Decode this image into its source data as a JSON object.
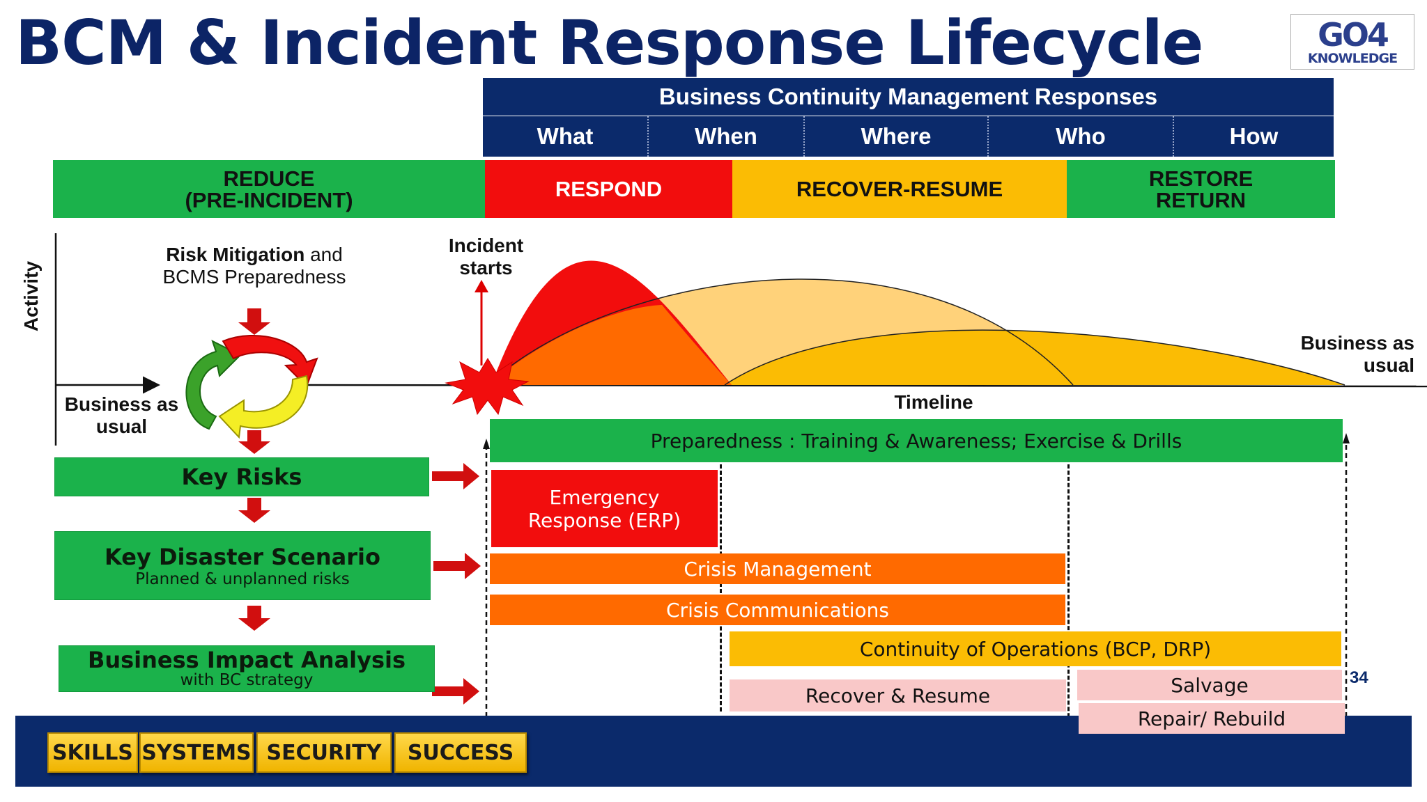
{
  "title": "BCM & Incident Response Lifecycle",
  "logo": {
    "top": "GO4",
    "bottom": "KNOWLEDGE"
  },
  "bcm": {
    "header": "Business Continuity Management Responses",
    "questions": [
      "What",
      "When",
      "Where",
      "Who",
      "How"
    ]
  },
  "phases": {
    "reduce_line1": "REDUCE",
    "reduce_line2": "(PRE-INCIDENT)",
    "respond": "RESPOND",
    "recover": "RECOVER-RESUME",
    "restore_line1": "RESTORE",
    "restore_line2": "RETURN"
  },
  "chart": {
    "y_axis": "Activity",
    "risk_mitigation_bold": "Risk Mitigation",
    "risk_mitigation_rest": " and",
    "bcms_preparedness": "BCMS Preparedness",
    "bau_left_line1": "Business as",
    "bau_left_line2": "usual",
    "incident_line1": "Incident",
    "incident_line2": "starts",
    "timeline": "Timeline",
    "bau_right_line1": "Business as",
    "bau_right_line2": "usual"
  },
  "left_boxes": {
    "key_risks": "Key Risks",
    "disaster_title": "Key Disaster Scenario",
    "disaster_sub": "Planned & unplanned risks",
    "bia_title": "Business Impact Analysis",
    "bia_sub": "with BC strategy"
  },
  "activities": {
    "preparedness": "Preparedness : Training & Awareness; Exercise & Drills",
    "erp_line1": "Emergency",
    "erp_line2": "Response (ERP)",
    "crisis_management": "Crisis Management",
    "crisis_communications": "Crisis Communications",
    "continuity": "Continuity of Operations (BCP, DRP)",
    "recover_resume": "Recover & Resume",
    "salvage": "Salvage",
    "repair": "Repair/ Rebuild"
  },
  "page_number": "34",
  "footer": [
    "SKILLS",
    "SYSTEMS",
    "SECURITY",
    "SUCCESS"
  ],
  "colors": {
    "navy": "#0b2a6b",
    "green": "#1bb24b",
    "red": "#f20d0d",
    "orange": "#ff6a00",
    "amber": "#fbbc04",
    "pink": "#f9c8c8"
  }
}
